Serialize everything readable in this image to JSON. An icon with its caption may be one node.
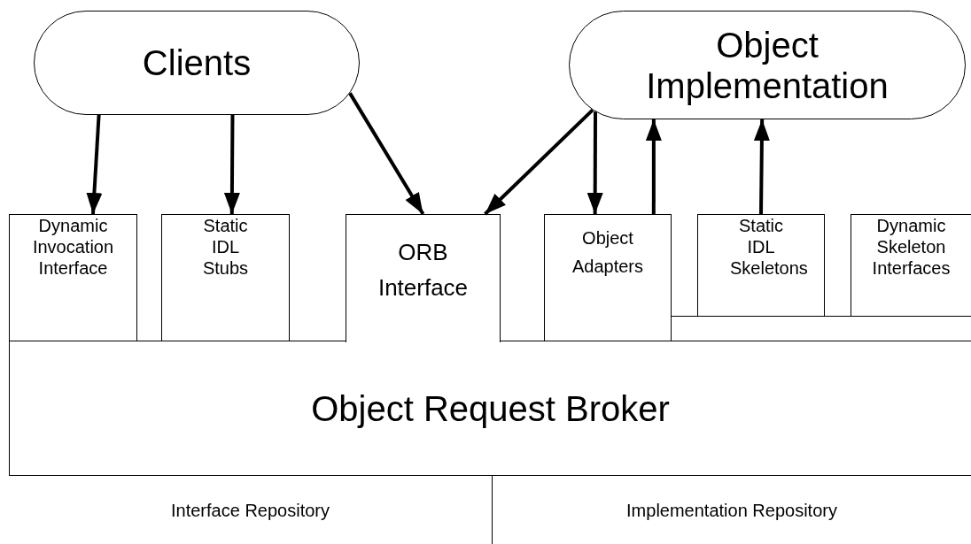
{
  "diagram": {
    "nodes": [
      {
        "text": [
          "Clients"
        ]
      },
      {
        "text": [
          "Object Implementation"
        ]
      },
      {
        "text": [
          "Dynamic Invocation Interface"
        ]
      },
      {
        "text": [
          "Static IDL Stubs"
        ]
      },
      {
        "text": [
          "ORB Interface"
        ]
      },
      {
        "text": [
          "Object Adapters"
        ]
      },
      {
        "text": [
          "Static IDL Skeletons"
        ]
      },
      {
        "text": [
          "Dynamic Skeleton Interfaces"
        ]
      },
      {
        "text": [
          "Object Request Broker"
        ]
      },
      {
        "text": [
          "Interface Repository"
        ],
        "in": 8
      },
      {
        "text": [
          "Implementation Repository"
        ],
        "in": 8
      }
    ],
    "edges": [
      {
        "from": 0,
        "to": 2,
        "arrow": "to"
      },
      {
        "from": 0,
        "to": 3,
        "arrow": "to"
      },
      {
        "from": 0,
        "to": 4,
        "arrow": "to"
      },
      {
        "from": 1,
        "to": 4,
        "arrow": "to"
      },
      {
        "from": 1,
        "to": 5,
        "arrow": "to"
      },
      {
        "from": 5,
        "to": 1,
        "arrow": "to"
      },
      {
        "from": 6,
        "to": 1,
        "arrow": "to"
      }
    ]
  }
}
